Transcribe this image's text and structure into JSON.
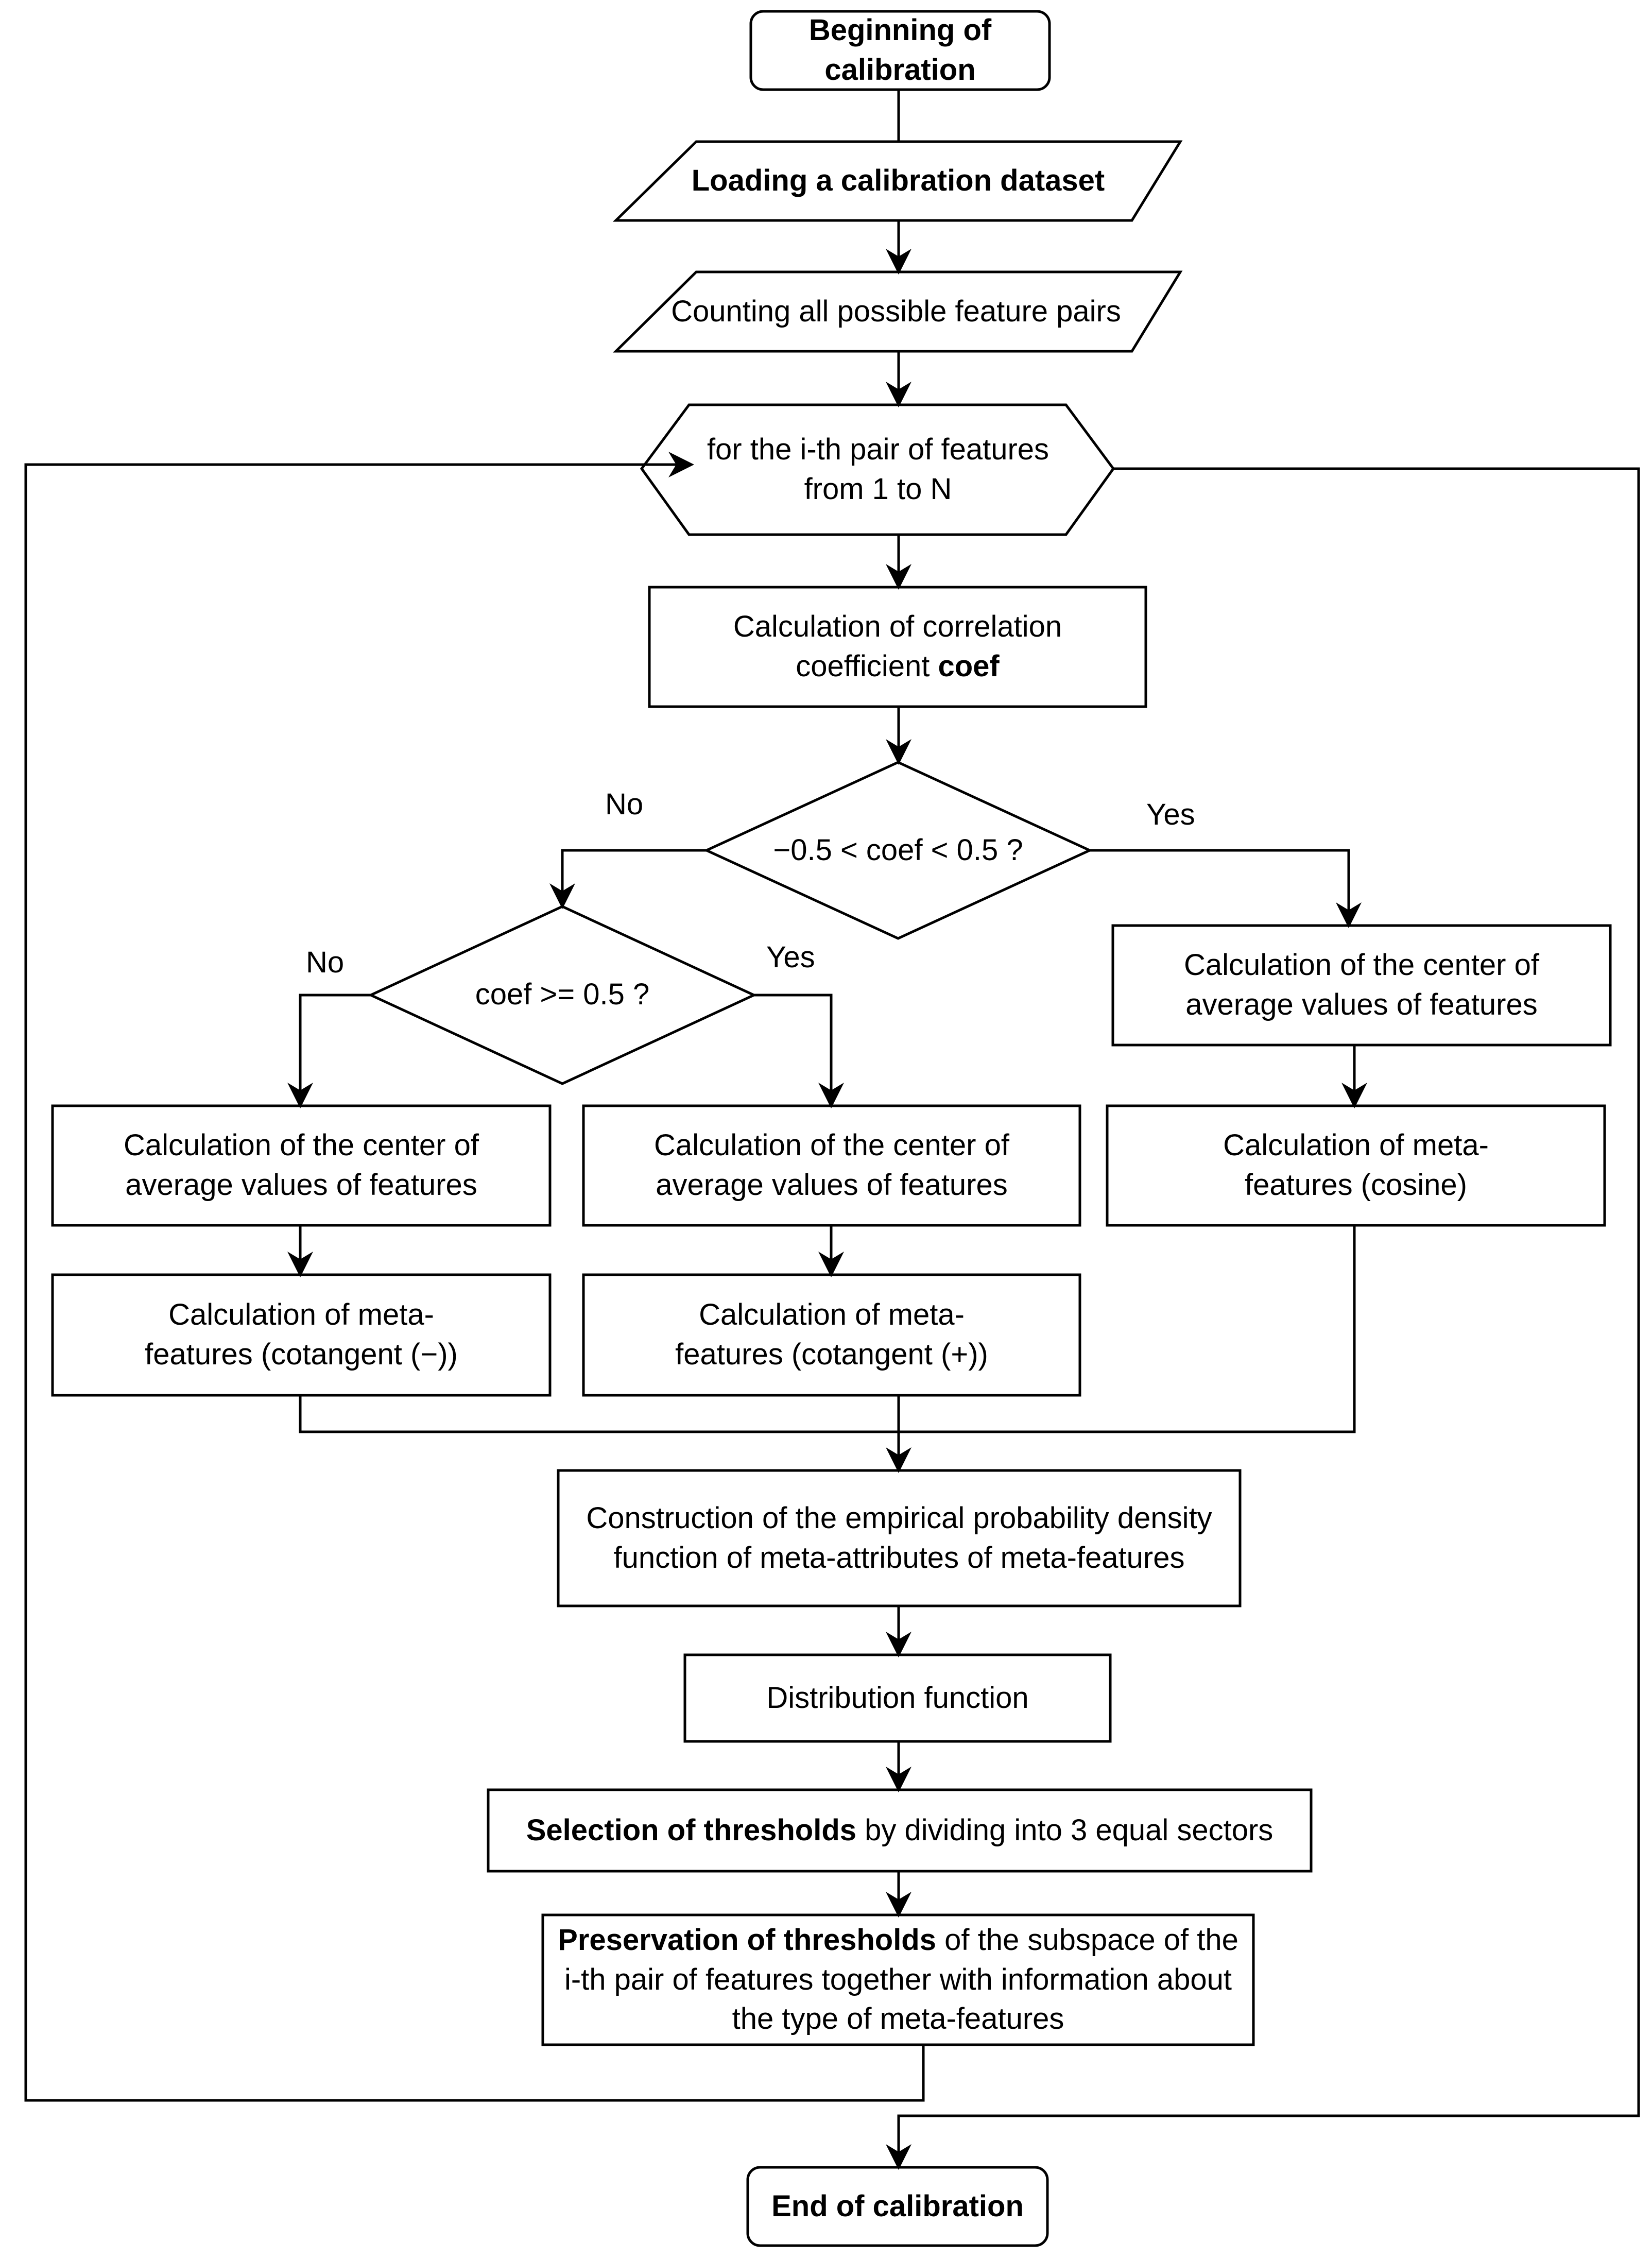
{
  "nodes": {
    "start": {
      "text": "Beginning of calibration"
    },
    "load": {
      "text": "Loading a calibration dataset"
    },
    "count": {
      "text": "Counting all possible feature pairs"
    },
    "loop": {
      "line1": "for the i-th pair of features",
      "line2": "from 1 to N"
    },
    "corr": {
      "text": "Calculation of correlation coefficient ",
      "bold": "coef"
    },
    "dec1": {
      "text": "−0.5 < coef < 0.5 ?"
    },
    "dec2": {
      "text": "coef >= 0.5 ?"
    },
    "center_right": {
      "text": "Calculation of the center of average values of features"
    },
    "center_left": {
      "text": "Calculation of the center of average values of features"
    },
    "center_mid": {
      "text": "Calculation of the center of average values of features"
    },
    "meta_cosine": {
      "text": "Calculation of meta-features (cosine)"
    },
    "meta_cot_minus": {
      "text": "Calculation of meta-features (cotangent (−))"
    },
    "meta_cot_plus": {
      "text": "Calculation of meta-features (cotangent (+))"
    },
    "pdf": {
      "text": "Construction of the empirical probability density function of meta-attributes of meta-features"
    },
    "dist": {
      "text": "Distribution function"
    },
    "thresh": {
      "bold": "Selection of thresholds",
      "text": " by dividing into 3 equal sectors"
    },
    "preserve": {
      "bold": "Preservation of thresholds",
      "text": " of the subspace of the i-th pair of features together with information about the type of meta-features"
    },
    "end": {
      "text": "End of calibration"
    }
  },
  "edge_labels": {
    "dec1_no": "No",
    "dec1_yes": "Yes",
    "dec2_no": "No",
    "dec2_yes": "Yes"
  }
}
